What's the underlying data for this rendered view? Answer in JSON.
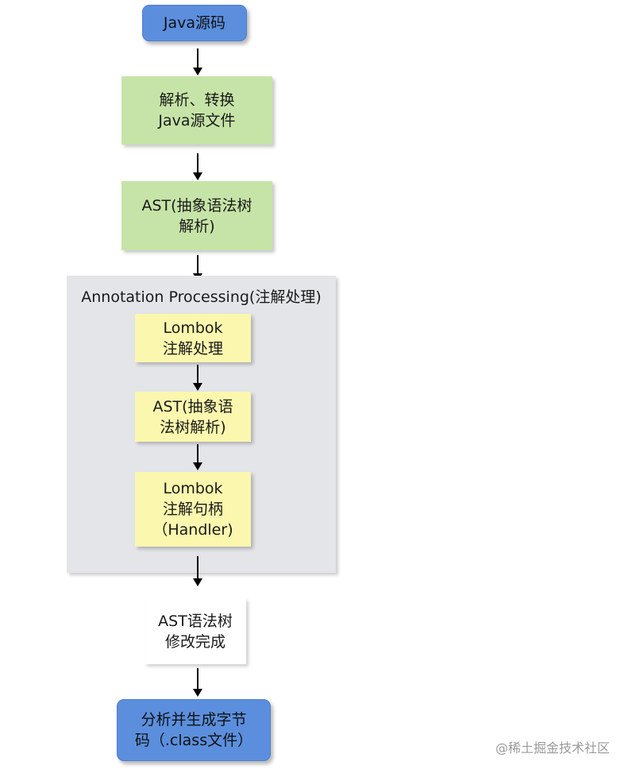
{
  "nodes": {
    "java_source": "Java源码",
    "parse_convert": "解析、转换\nJava源文件",
    "ast_parse": "AST(抽象语法树\n解析)",
    "annotation_group_title": "Annotation Processing(注解处理)",
    "lombok_annotation": "Lombok\n注解处理",
    "inner_ast_parse": "AST(抽象语\n法树解析)",
    "lombok_handler": "Lombok\n注解句柄\n（Handler)",
    "ast_modified": "AST语法树\n修改完成",
    "generate_bytecode": "分析并生成字节\n码（.class文件）"
  },
  "watermark": "@稀土掘金技术社区",
  "colors": {
    "blue_node": "#5b8fde",
    "green_node": "#c6e4a7",
    "yellow_node": "#fbf7ae",
    "group_background": "#e3e5e9",
    "arrow": "#000000"
  }
}
